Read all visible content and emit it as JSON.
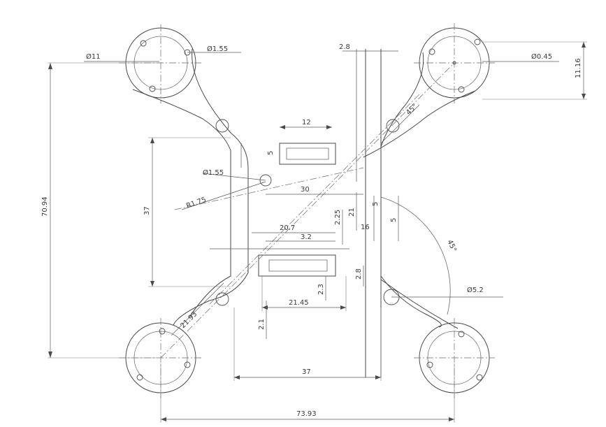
{
  "drawing": {
    "dimensions": {
      "d_outer_ring": "Ø11",
      "d_small_hole": "Ø1.55",
      "d_right_hole": "Ø0.45",
      "right_height": "11.16",
      "top_gap": "2.8",
      "overall_height": "70.94",
      "mid_height": "37",
      "slot_width": "12",
      "slot_height_small": "5",
      "center_hole": "Ø1.55",
      "radius": "R1.75",
      "span_30": "30",
      "span_20": "20.7",
      "span_3_2": "3.2",
      "v_21": "21",
      "v_2_25": "2.25",
      "v_16": "16",
      "v_5": "5",
      "v_2_8": "2.8",
      "v_2_3": "2.3",
      "v_2_1": "2.1",
      "span_21_45": "21.45",
      "arm_width": "21.93",
      "angle": "45°",
      "d_bottom_hole": "Ø5.2",
      "bottom_37": "37",
      "overall_width": "73.93",
      "small_5": "5",
      "angle_label_tr": "45°"
    }
  }
}
